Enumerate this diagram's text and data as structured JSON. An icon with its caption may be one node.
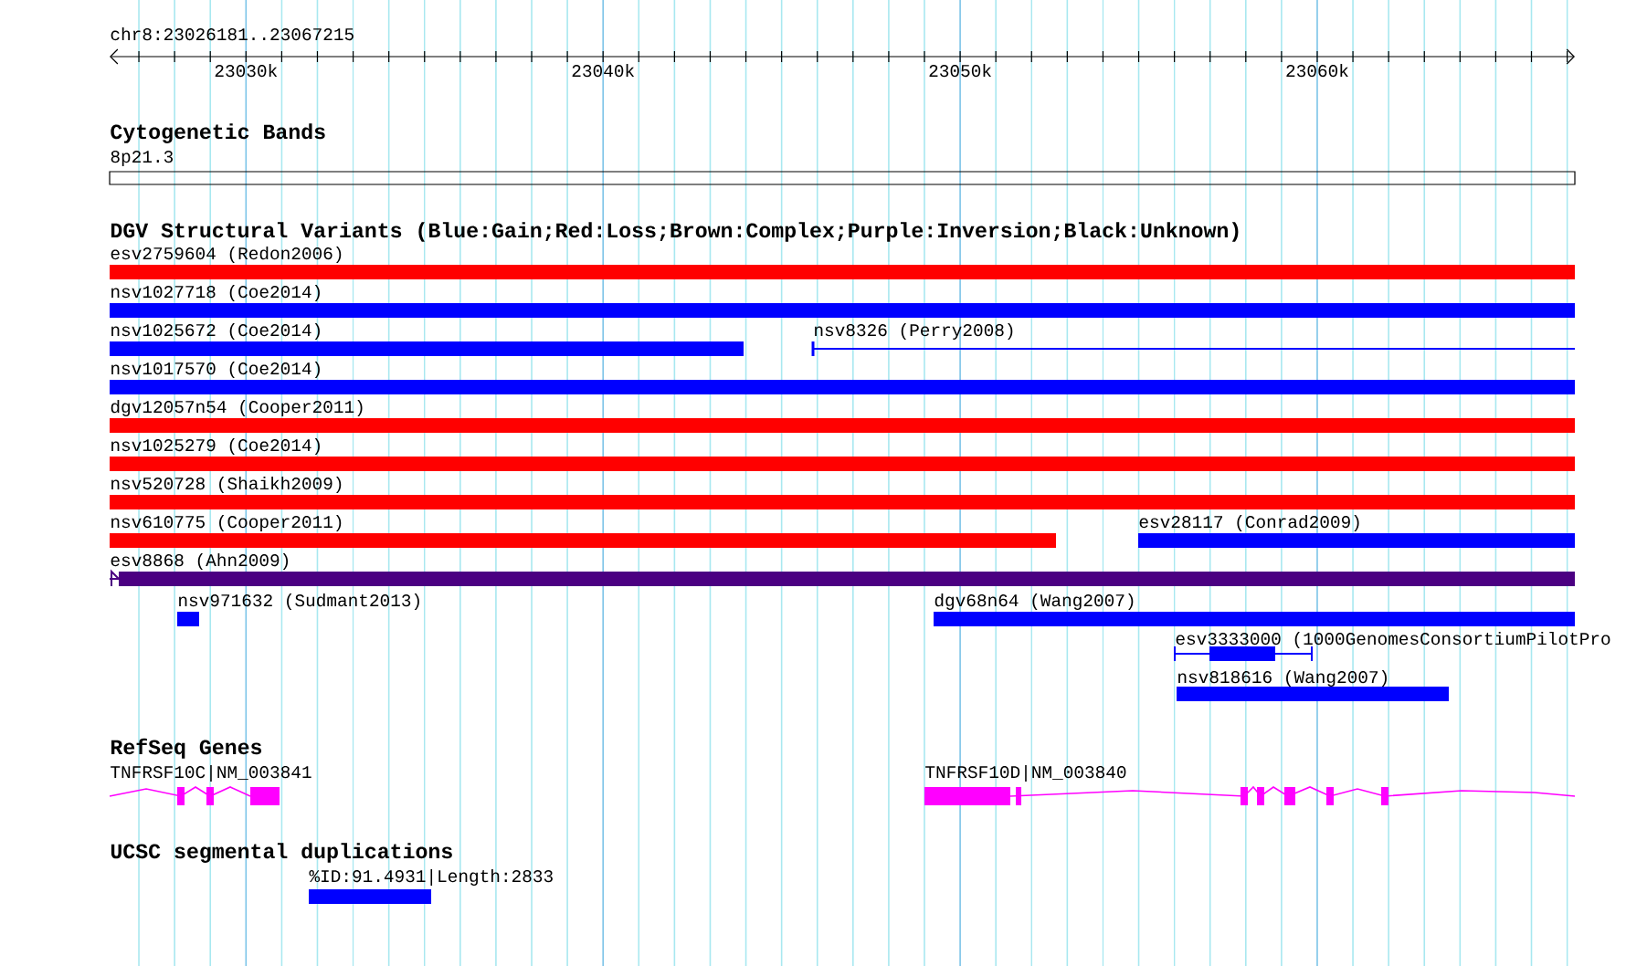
{
  "diagram": {
    "labels": [
      "chr8:23026181..23067215",
      "23030k",
      "23040k",
      "23050k",
      "23060k",
      "Cytogenetic Bands",
      "8p21.3",
      "DGV Structural Variants (Blue:Gain;Red:Loss;Brown:Complex;Purple:Inversion;Black:Unknown)",
      "esv2759604 (Redon2006)",
      "nsv1027718 (Coe2014)",
      "nsv1025672 (Coe2014)",
      "nsv8326 (Perry2008)",
      "nsv1017570 (Coe2014)",
      "dgv12057n54 (Cooper2011)",
      "nsv1025279 (Coe2014)",
      "nsv520728 (Shaikh2009)",
      "nsv610775 (Cooper2011)",
      "esv28117 (Conrad2009)",
      "esv8868 (Ahn2009)",
      "nsv971632 (Sudmant2013)",
      "dgv68n64 (Wang2007)",
      "esv3333000 (1000GenomesConsortiumPilotPro",
      "nsv818616 (Wang2007)",
      "RefSeq Genes",
      "TNFRSF10C|NM_003841",
      "TNFRSF10D|NM_003840",
      "UCSC segmental duplications",
      "%ID:91.4931|Length:2833"
    ]
  }
}
